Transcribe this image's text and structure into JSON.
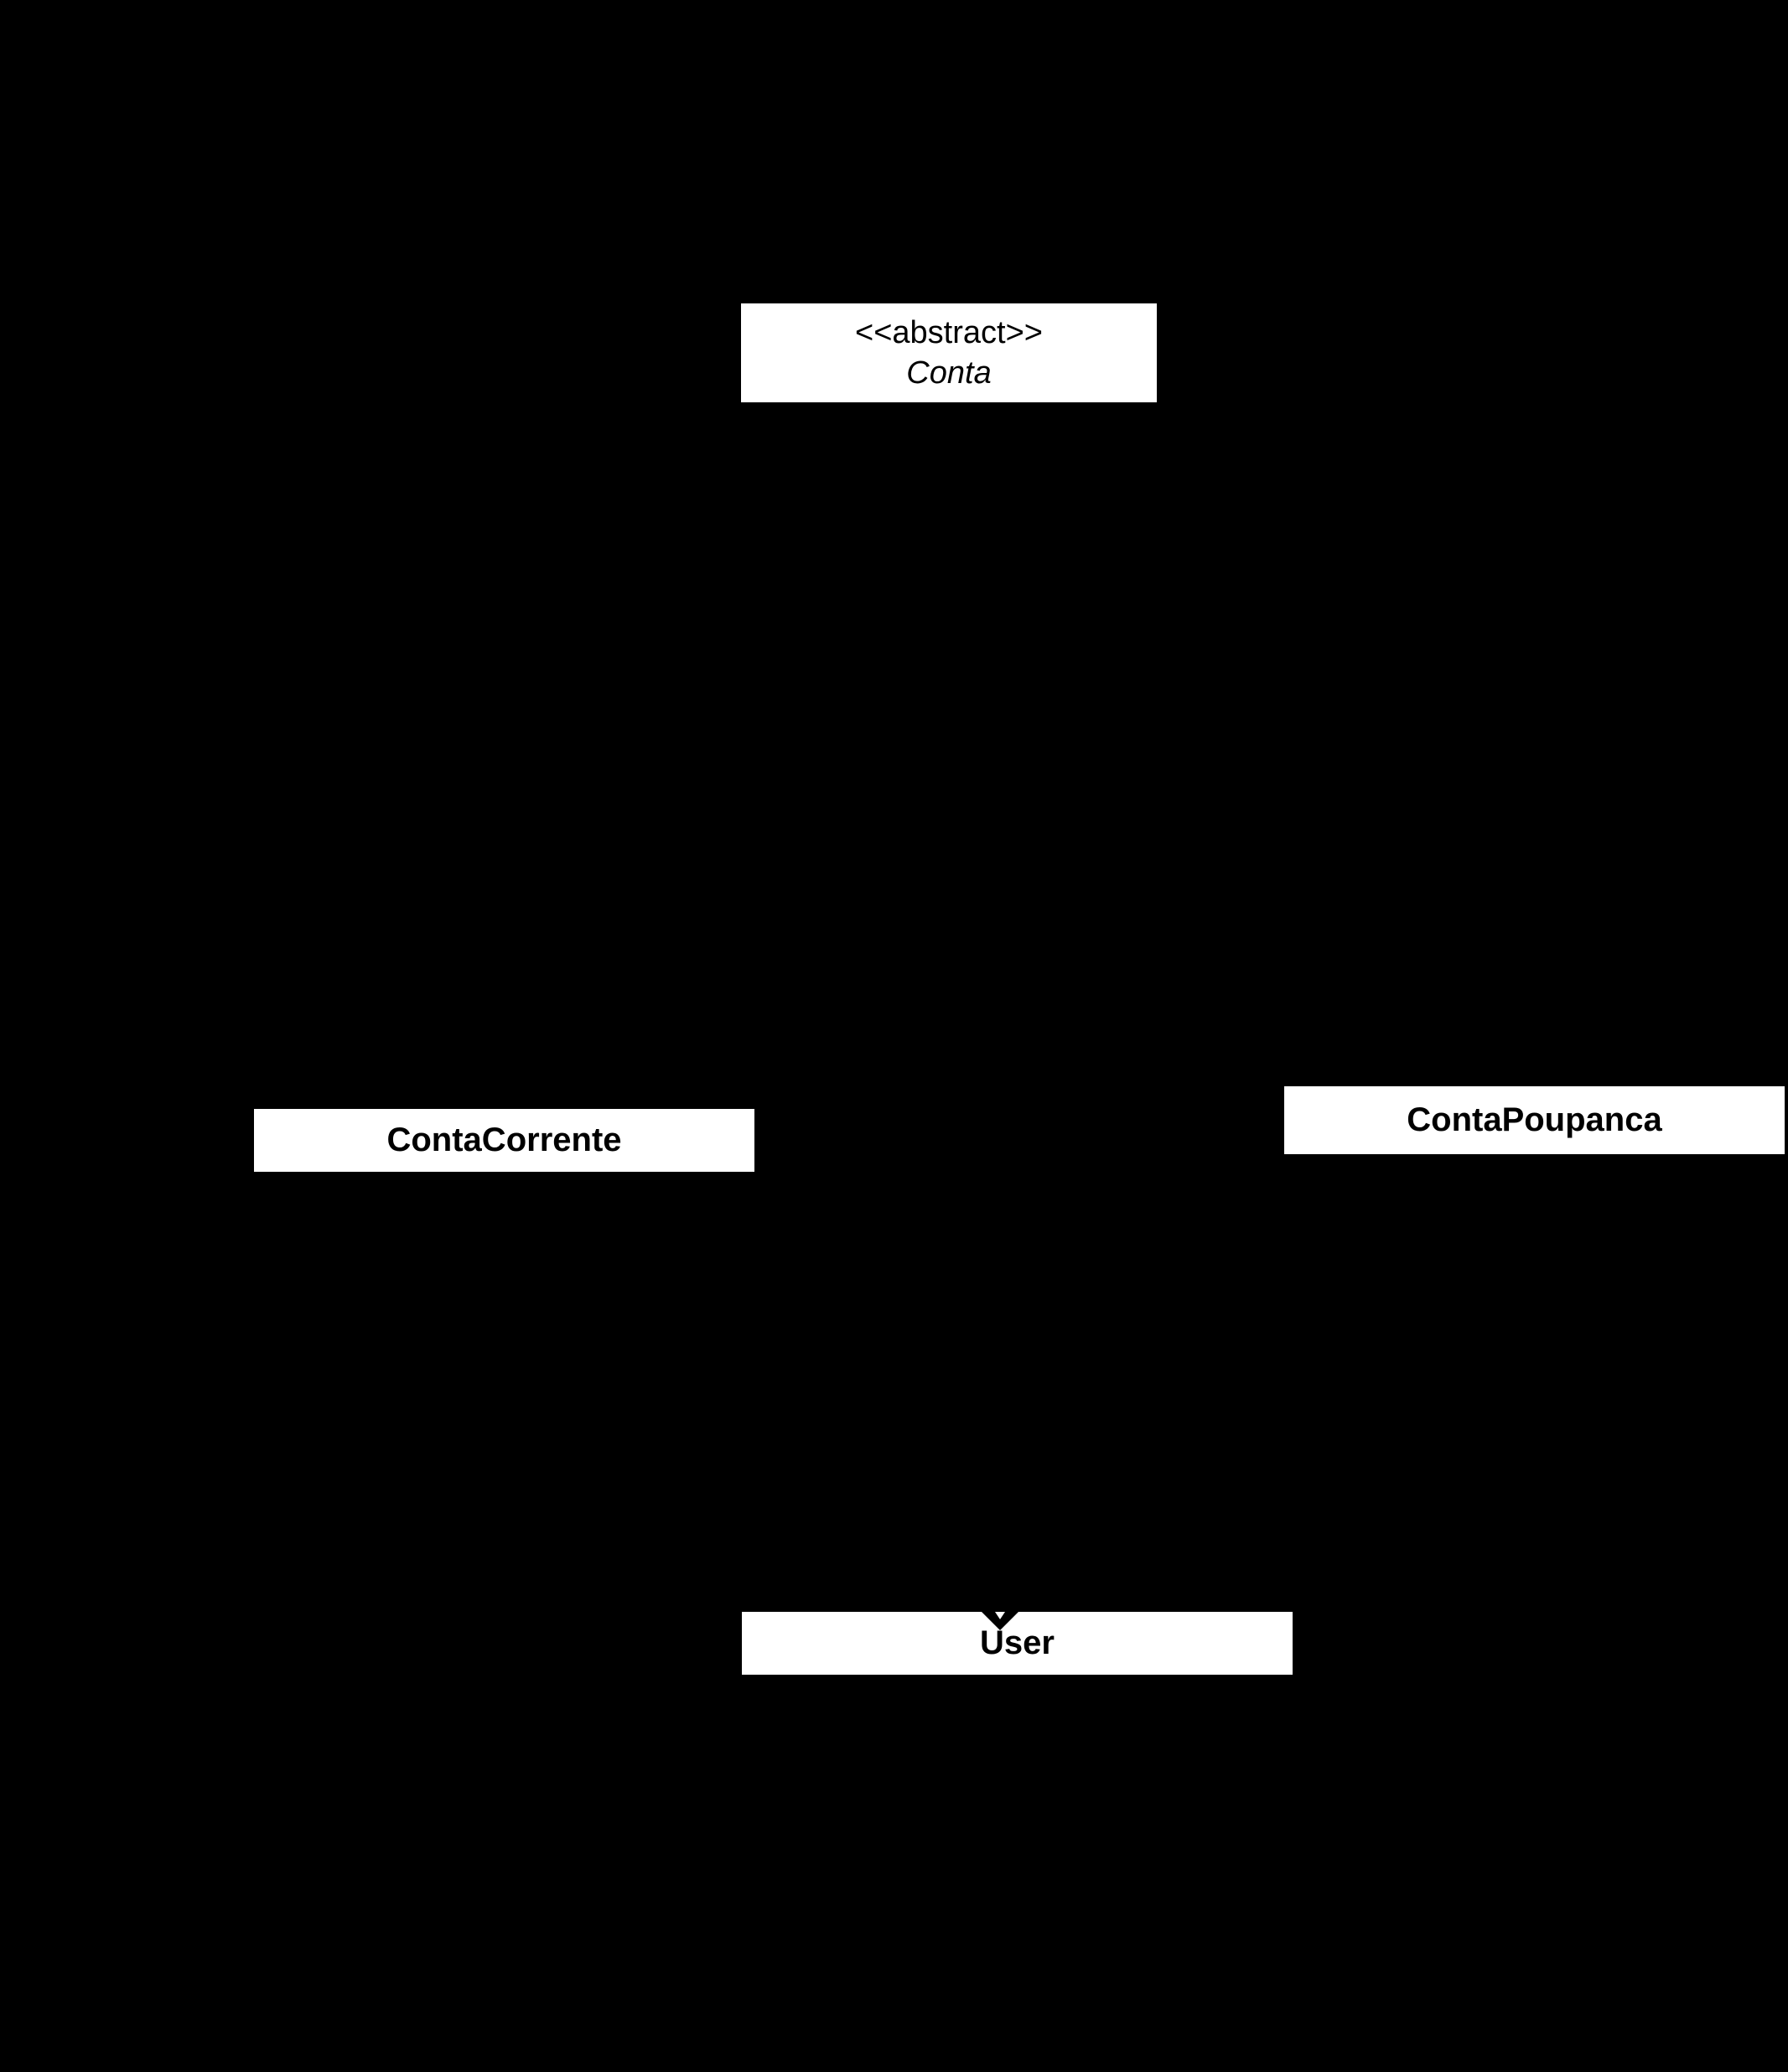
{
  "diagram": {
    "type": "uml-class-diagram",
    "colors": {
      "background": "#000000",
      "class_box_fill": "#ffffff",
      "class_box_text": "#000000",
      "arrowhead": "#000000"
    },
    "classes": {
      "conta": {
        "stereotype": "<<abstract>>",
        "name": "Conta"
      },
      "contaCorrente": {
        "name": "ContaCorrente"
      },
      "contaPoupanca": {
        "name": "ContaPoupanca"
      },
      "user": {
        "name": "User"
      }
    },
    "icons": {
      "user_box_arrowhead": "down-open-arrowhead"
    }
  }
}
